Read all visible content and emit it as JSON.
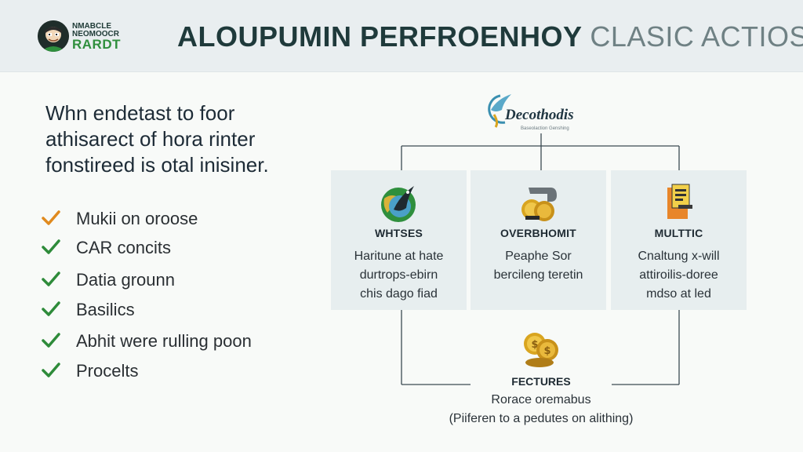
{
  "header": {
    "logo": {
      "line1": "NMABCLE",
      "line2": "NEOMOOCR",
      "line3": "RARDT"
    },
    "title_main": "ALOUPUMIN PERFROENHOY",
    "title_secondary": "CLASIC  ACTIOS"
  },
  "intro": {
    "lines": [
      "Whn endetast to foor",
      "athisarect of hora rinter",
      "fonstireed is otal inisiner."
    ]
  },
  "checklist": {
    "items": [
      {
        "label": "Mukii on oroose",
        "color": "#e08a1e"
      },
      {
        "label": "CAR concits",
        "color": "#2e8b3a"
      },
      {
        "label": "Datia grounn",
        "color": "#2e8b3a"
      },
      {
        "label": "Basilics",
        "color": "#2e8b3a"
      },
      {
        "label": "Abhit were rulling poon",
        "color": "#2e8b3a"
      },
      {
        "label": "Procelts",
        "color": "#2e8b3a"
      }
    ]
  },
  "diagram": {
    "brand_name": "Decothodis",
    "brand_tagline": "Baseolaction Genshing",
    "panels": [
      {
        "title": "WHTSES",
        "lines": [
          "Haritune at hate",
          "durtrops-ebirn",
          "chis dago fiad"
        ]
      },
      {
        "title": "OVERBHOMIT",
        "lines": [
          "Peaphe Sor",
          "bercileng teretin"
        ]
      },
      {
        "title": "MULTTIC",
        "lines": [
          "Cnaltung x-will",
          "attiroilis-doree",
          "mdso at led"
        ]
      }
    ],
    "bottom": {
      "title": "FECTURES",
      "lines": [
        "Rorace oremabus",
        "(Piiferen to a pedutes on alithing)"
      ]
    }
  },
  "colors": {
    "header_bg": "#e9eef0",
    "panel_bg": "#e7eeef",
    "accent_green": "#2e8b3a",
    "accent_orange": "#e08a1e",
    "gold": "#d9a520"
  }
}
